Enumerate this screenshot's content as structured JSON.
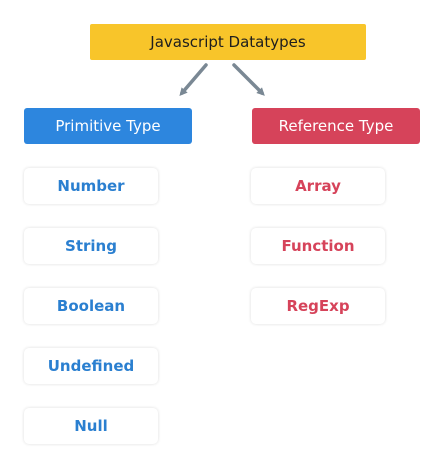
{
  "root": {
    "label": "Javascript Datatypes"
  },
  "categories": {
    "primitive": {
      "label": "Primitive Type",
      "color": "#2d86de",
      "items": [
        "Number",
        "String",
        "Boolean",
        "Undefined",
        "Null"
      ]
    },
    "reference": {
      "label": "Reference Type",
      "color": "#d6435a",
      "items": [
        "Array",
        "Function",
        "RegExp"
      ]
    }
  },
  "colors": {
    "root": "#f8c52a",
    "arrow": "#7a8894"
  }
}
